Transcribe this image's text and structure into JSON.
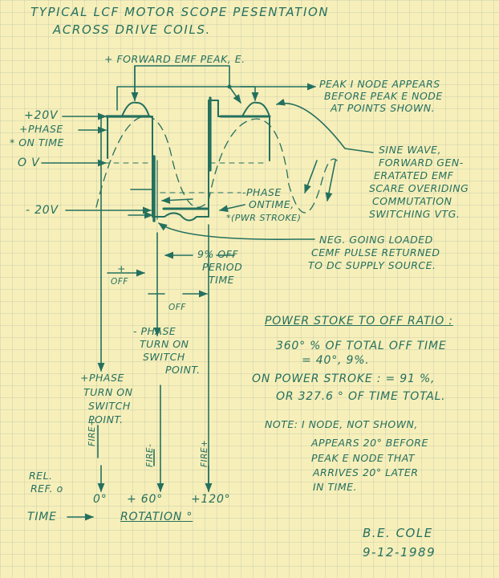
{
  "title": {
    "line1": "TYPICAL LCF MOTOR SCOPE PESENTATION",
    "line2": "ACROSS DRIVE COILS."
  },
  "labels": {
    "forward_emf_peak": "+ FORWARD EMF PEAK, E.",
    "peak_i_node": [
      "PEAK I NODE APPEARS",
      "BEFORE PEAK E NODE",
      "AT POINTS SHOWN."
    ],
    "sine_wave": [
      "SINE WAVE,",
      "FORWARD GEN-",
      "ERATATED EMF",
      "SCARE OVERIDING",
      "COMMUTATION",
      "SWITCHING VTG."
    ],
    "plus_20v": "+20V",
    "plus_phase_on_time": [
      "+PHASE",
      "* ON TIME"
    ],
    "zero_v": "O V",
    "minus_20v": "- 20V",
    "minus_phase_on_time": [
      "-PHASE",
      "ONTIME,",
      "*(PWR STROKE)"
    ],
    "neg_going": [
      "NEG. GOING LOADED",
      "CEMF PULSE RETURNED",
      "TO DC SUPPLY SOURCE."
    ],
    "plus_off": [
      "+",
      "OFF"
    ],
    "nine_pct_off": [
      "9% OFF",
      "PERIOD",
      "TIME"
    ],
    "minus_off": "OFF",
    "minus_phase_turn_on": [
      "- PHASE",
      "TURN ON",
      "SWITCH",
      "POINT."
    ],
    "plus_phase_turn_on": [
      "+PHASE",
      "TURN ON",
      "SWITCH",
      "POINT."
    ],
    "fire_plus_1": "FIRE+",
    "fire_minus": "FIRE-",
    "fire_plus_2": "FIRE+",
    "rel_ref": [
      "REL.",
      "REF. o"
    ],
    "deg_0": "0°",
    "deg_60": "+ 60°",
    "deg_120": "+120°",
    "time": "TIME",
    "rotation": "ROTATION °"
  },
  "ratio": {
    "heading": "POWER STOKE TO OFF RATIO :",
    "line1": "360° % OF TOTAL OFF TIME",
    "line2": "= 40°, 9%.",
    "line3": "ON POWER STROKE : = 91 %,",
    "line4": "OR 327.6 ° OF TIME TOTAL."
  },
  "note": {
    "line1": "NOTE: I NODE, NOT SHOWN,",
    "line2": "APPEARS 20° BEFORE",
    "line3": "PEAK E NODE THAT",
    "line4": "ARRIVES 20° LATER",
    "line5": "IN TIME."
  },
  "signature": {
    "name": "B.E. COLE",
    "date": "9-12-1989"
  },
  "ink_color": "#24705f",
  "paper_color": "#f7efb9"
}
